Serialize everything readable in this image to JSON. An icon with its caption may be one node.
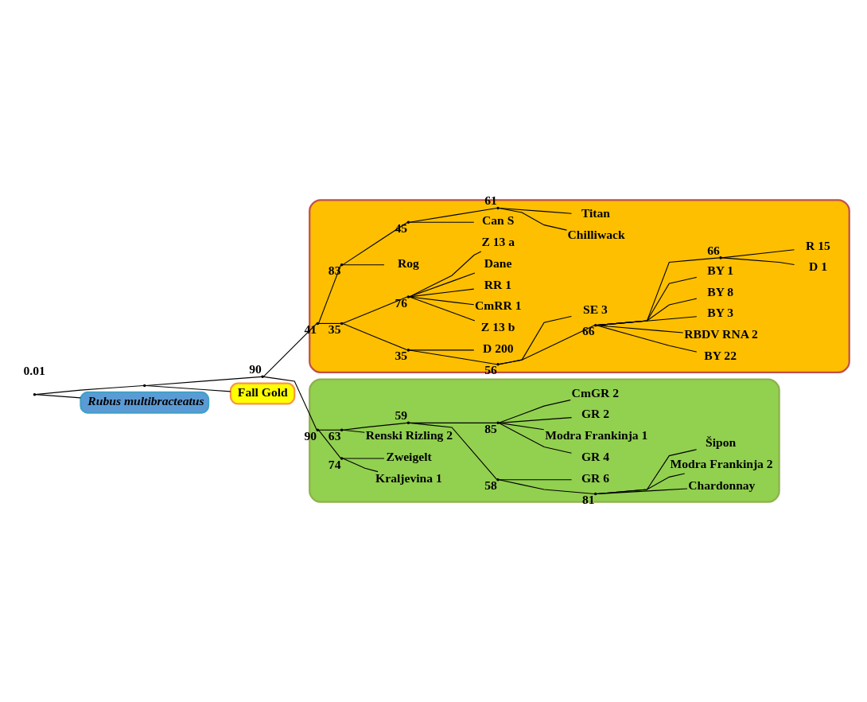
{
  "diagram": {
    "nodes": [
      {
        "text": [],
        "shape": "point"
      },
      {
        "text": [],
        "shape": "point"
      },
      {
        "text": [],
        "shape": "point",
        "beside": [
          "90"
        ]
      },
      {
        "text": [],
        "shape": "box"
      },
      {
        "text": [],
        "shape": "point",
        "beside": [
          "41"
        ],
        "in": 3
      },
      {
        "text": [],
        "shape": "point",
        "beside": [
          "35"
        ],
        "in": 3
      },
      {
        "text": [],
        "shape": "point",
        "beside": [
          "35"
        ],
        "in": 3
      },
      {
        "text": [],
        "shape": "point",
        "beside": [
          "56"
        ],
        "in": 3
      },
      {
        "text": [],
        "shape": "point",
        "beside": [
          "66"
        ],
        "in": 3
      },
      {
        "text": [
          "BY 22"
        ],
        "in": 3
      },
      {
        "text": [
          "RBDV RNA 2"
        ],
        "in": 3
      },
      {
        "text": [
          "BY 3"
        ],
        "in": 3
      },
      {
        "text": [
          "BY 8"
        ],
        "in": 3
      },
      {
        "text": [
          "BY 1"
        ],
        "in": 3
      },
      {
        "text": [],
        "shape": "point",
        "beside": [
          "66"
        ],
        "in": 3
      },
      {
        "text": [
          "D 1"
        ],
        "in": 3
      },
      {
        "text": [
          "R 15"
        ],
        "in": 3
      },
      {
        "text": [
          "SE 3"
        ],
        "in": 3
      },
      {
        "text": [
          "D 200"
        ],
        "in": 3
      },
      {
        "text": [],
        "shape": "point",
        "beside": [
          "76"
        ],
        "in": 3
      },
      {
        "text": [
          "Z 13 b"
        ],
        "in": 3
      },
      {
        "text": [
          "CmRR 1"
        ],
        "in": 3
      },
      {
        "text": [
          "RR 1"
        ],
        "in": 3
      },
      {
        "text": [
          "Dane"
        ],
        "in": 3
      },
      {
        "text": [
          "Z 13 a"
        ],
        "in": 3
      },
      {
        "text": [],
        "shape": "point",
        "beside": [
          "83"
        ],
        "in": 3
      },
      {
        "text": [
          "Rog"
        ],
        "in": 3
      },
      {
        "text": [],
        "shape": "point",
        "beside": [
          "45"
        ],
        "in": 3
      },
      {
        "text": [
          "Can S"
        ],
        "in": 3
      },
      {
        "text": [],
        "shape": "point",
        "beside": [
          "61"
        ],
        "in": 3
      },
      {
        "text": [
          "Chilliwack"
        ],
        "in": 3
      },
      {
        "text": [
          "Titan"
        ],
        "in": 3
      },
      {
        "text": [],
        "shape": "box"
      },
      {
        "text": [],
        "shape": "point",
        "beside": [
          "90"
        ],
        "in": 32
      },
      {
        "text": [],
        "shape": "point",
        "beside": [
          "74"
        ],
        "in": 32
      },
      {
        "text": [
          "Kraljevina 1"
        ],
        "in": 32
      },
      {
        "text": [
          "Zweigelt"
        ],
        "in": 32
      },
      {
        "text": [],
        "shape": "point",
        "beside": [
          "63"
        ],
        "in": 32
      },
      {
        "text": [
          "Renski Rizling 2"
        ],
        "in": 32
      },
      {
        "text": [],
        "shape": "point",
        "beside": [
          "59"
        ],
        "in": 32
      },
      {
        "text": [],
        "shape": "point",
        "beside": [
          "58"
        ],
        "in": 32
      },
      {
        "text": [],
        "shape": "point",
        "beside": [
          "81"
        ],
        "in": 32
      },
      {
        "text": [
          "Chardonnay"
        ],
        "in": 32
      },
      {
        "text": [
          "Modra Frankinja 2"
        ],
        "in": 32
      },
      {
        "text": [
          "Šipon"
        ],
        "in": 32
      },
      {
        "text": [
          "GR 6"
        ],
        "in": 32
      },
      {
        "text": [],
        "shape": "point",
        "beside": [
          "85"
        ],
        "in": 32
      },
      {
        "text": [
          "GR 4"
        ],
        "in": 32
      },
      {
        "text": [
          "Modra Frankinja 1"
        ],
        "in": 32
      },
      {
        "text": [
          "GR 2"
        ],
        "in": 32
      },
      {
        "text": [
          "CmGR 2"
        ],
        "in": 32
      },
      {
        "text": [
          "Fall Gold"
        ]
      },
      {
        "text": [
          "Rubus multibracteatus"
        ]
      }
    ],
    "edges": [
      {
        "from": 0,
        "to": 1,
        "arrow": "none"
      },
      {
        "from": 0,
        "to": 52,
        "arrow": "none"
      },
      {
        "from": 1,
        "to": 2,
        "arrow": "none"
      },
      {
        "from": 1,
        "to": 51,
        "arrow": "none"
      },
      {
        "from": 2,
        "to": 4,
        "arrow": "none"
      },
      {
        "from": 2,
        "to": 33,
        "arrow": "none"
      },
      {
        "from": 4,
        "to": 5,
        "arrow": "none"
      },
      {
        "from": 4,
        "to": 25,
        "arrow": "none"
      },
      {
        "from": 5,
        "to": 6,
        "arrow": "none"
      },
      {
        "from": 5,
        "to": 19,
        "arrow": "none"
      },
      {
        "from": 6,
        "to": 7,
        "arrow": "none"
      },
      {
        "from": 6,
        "to": 18,
        "arrow": "none"
      },
      {
        "from": 7,
        "to": 8,
        "arrow": "none"
      },
      {
        "from": 7,
        "to": 17,
        "arrow": "none"
      },
      {
        "from": 8,
        "to": 9,
        "arrow": "none"
      },
      {
        "from": 8,
        "to": 10,
        "arrow": "none"
      },
      {
        "from": 8,
        "to": 11,
        "arrow": "none"
      },
      {
        "from": 8,
        "to": 12,
        "arrow": "none"
      },
      {
        "from": 8,
        "to": 13,
        "arrow": "none"
      },
      {
        "from": 8,
        "to": 14,
        "arrow": "none"
      },
      {
        "from": 14,
        "to": 15,
        "arrow": "none"
      },
      {
        "from": 14,
        "to": 16,
        "arrow": "none"
      },
      {
        "from": 19,
        "to": 20,
        "arrow": "none"
      },
      {
        "from": 19,
        "to": 21,
        "arrow": "none"
      },
      {
        "from": 19,
        "to": 22,
        "arrow": "none"
      },
      {
        "from": 19,
        "to": 23,
        "arrow": "none"
      },
      {
        "from": 19,
        "to": 24,
        "arrow": "none"
      },
      {
        "from": 25,
        "to": 26,
        "arrow": "none"
      },
      {
        "from": 25,
        "to": 27,
        "arrow": "none"
      },
      {
        "from": 27,
        "to": 28,
        "arrow": "none"
      },
      {
        "from": 27,
        "to": 29,
        "arrow": "none"
      },
      {
        "from": 29,
        "to": 30,
        "arrow": "none"
      },
      {
        "from": 29,
        "to": 31,
        "arrow": "none"
      },
      {
        "from": 33,
        "to": 34,
        "arrow": "none"
      },
      {
        "from": 33,
        "to": 37,
        "arrow": "none"
      },
      {
        "from": 34,
        "to": 35,
        "arrow": "none"
      },
      {
        "from": 34,
        "to": 36,
        "arrow": "none"
      },
      {
        "from": 37,
        "to": 38,
        "arrow": "none"
      },
      {
        "from": 37,
        "to": 39,
        "arrow": "none"
      },
      {
        "from": 39,
        "to": 40,
        "arrow": "none"
      },
      {
        "from": 39,
        "to": 46,
        "arrow": "none"
      },
      {
        "from": 40,
        "to": 41,
        "arrow": "none"
      },
      {
        "from": 40,
        "to": 45,
        "arrow": "none"
      },
      {
        "from": 41,
        "to": 42,
        "arrow": "none"
      },
      {
        "from": 41,
        "to": 43,
        "arrow": "none"
      },
      {
        "from": 41,
        "to": 44,
        "arrow": "none"
      },
      {
        "from": 46,
        "to": 47,
        "arrow": "none"
      },
      {
        "from": 46,
        "to": 48,
        "arrow": "none"
      },
      {
        "from": 46,
        "to": 49,
        "arrow": "none"
      },
      {
        "from": 46,
        "to": 50,
        "arrow": "none"
      }
    ],
    "labels": [
      "0.01"
    ]
  }
}
